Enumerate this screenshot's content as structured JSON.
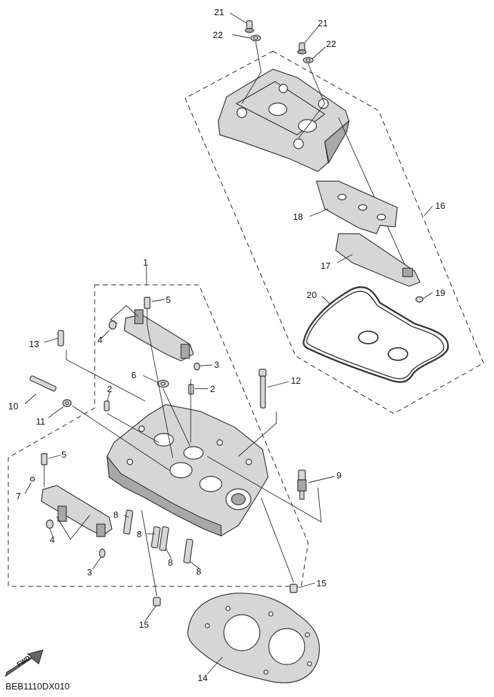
{
  "diagram": {
    "code": "BEB1110DX010",
    "fwd_label": "FWD",
    "callouts": [
      {
        "id": "c1",
        "label": "1"
      },
      {
        "id": "c2a",
        "label": "2"
      },
      {
        "id": "c2b",
        "label": "2"
      },
      {
        "id": "c3a",
        "label": "3"
      },
      {
        "id": "c3b",
        "label": "3"
      },
      {
        "id": "c4a",
        "label": "4"
      },
      {
        "id": "c4b",
        "label": "4"
      },
      {
        "id": "c5a",
        "label": "5"
      },
      {
        "id": "c5b",
        "label": "5"
      },
      {
        "id": "c6",
        "label": "6"
      },
      {
        "id": "c7",
        "label": "7"
      },
      {
        "id": "c8a",
        "label": "8"
      },
      {
        "id": "c8b",
        "label": "8"
      },
      {
        "id": "c8c",
        "label": "8"
      },
      {
        "id": "c8d",
        "label": "8"
      },
      {
        "id": "c9",
        "label": "9"
      },
      {
        "id": "c10",
        "label": "10"
      },
      {
        "id": "c11",
        "label": "11"
      },
      {
        "id": "c12",
        "label": "12"
      },
      {
        "id": "c13",
        "label": "13"
      },
      {
        "id": "c14",
        "label": "14"
      },
      {
        "id": "c15a",
        "label": "15"
      },
      {
        "id": "c15b",
        "label": "15"
      },
      {
        "id": "c16",
        "label": "16"
      },
      {
        "id": "c17",
        "label": "17"
      },
      {
        "id": "c18",
        "label": "18"
      },
      {
        "id": "c19",
        "label": "19"
      },
      {
        "id": "c20",
        "label": "20"
      },
      {
        "id": "c21a",
        "label": "21"
      },
      {
        "id": "c21b",
        "label": "21"
      },
      {
        "id": "c22a",
        "label": "22"
      },
      {
        "id": "c22b",
        "label": "22"
      }
    ]
  }
}
